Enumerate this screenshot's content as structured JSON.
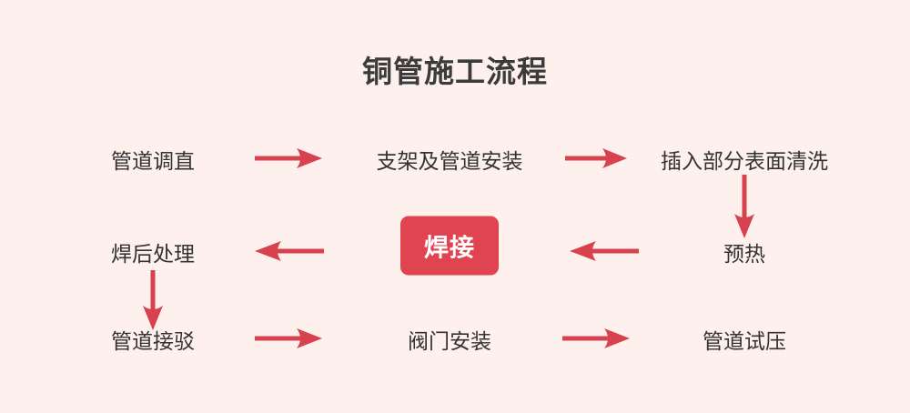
{
  "title": "铜管施工流程",
  "colors": {
    "background": "#fdf0ed",
    "title_text": "#3b3b3b",
    "node_text": "#333333",
    "accent": "#e04450",
    "arrow": "#d8424e",
    "highlight_text": "#ffffff"
  },
  "chart_data": {
    "type": "diagram",
    "title": "铜管施工流程",
    "layout": "serpentine-grid-3x3",
    "nodes": [
      {
        "id": "n1",
        "label": "管道调直",
        "row": 1,
        "col": 1,
        "highlight": false
      },
      {
        "id": "n2",
        "label": "支架及管道安装",
        "row": 1,
        "col": 2,
        "highlight": false
      },
      {
        "id": "n3",
        "label": "插入部分表面清洗",
        "row": 1,
        "col": 3,
        "highlight": false
      },
      {
        "id": "n4",
        "label": "预热",
        "row": 2,
        "col": 3,
        "highlight": false
      },
      {
        "id": "n5",
        "label": "焊接",
        "row": 2,
        "col": 2,
        "highlight": true
      },
      {
        "id": "n6",
        "label": "焊后处理",
        "row": 2,
        "col": 1,
        "highlight": false
      },
      {
        "id": "n7",
        "label": "管道接驳",
        "row": 3,
        "col": 1,
        "highlight": false
      },
      {
        "id": "n8",
        "label": "阀门安装",
        "row": 3,
        "col": 2,
        "highlight": false
      },
      {
        "id": "n9",
        "label": "管道试压",
        "row": 3,
        "col": 3,
        "highlight": false
      }
    ],
    "edges": [
      {
        "from": "n1",
        "to": "n2",
        "direction": "right"
      },
      {
        "from": "n2",
        "to": "n3",
        "direction": "right"
      },
      {
        "from": "n3",
        "to": "n4",
        "direction": "down"
      },
      {
        "from": "n4",
        "to": "n5",
        "direction": "left"
      },
      {
        "from": "n5",
        "to": "n6",
        "direction": "left"
      },
      {
        "from": "n6",
        "to": "n7",
        "direction": "down"
      },
      {
        "from": "n7",
        "to": "n8",
        "direction": "right"
      },
      {
        "from": "n8",
        "to": "n9",
        "direction": "right"
      }
    ]
  },
  "nodes": {
    "n1": "管道调直",
    "n2": "支架及管道安装",
    "n3": "插入部分表面清洗",
    "n4": "预热",
    "n5": "焊接",
    "n6": "焊后处理",
    "n7": "管道接驳",
    "n8": "阀门安装",
    "n9": "管道试压"
  },
  "icons": {
    "arrow_right": "arrow-right-icon",
    "arrow_left": "arrow-left-icon",
    "arrow_down": "arrow-down-icon"
  }
}
